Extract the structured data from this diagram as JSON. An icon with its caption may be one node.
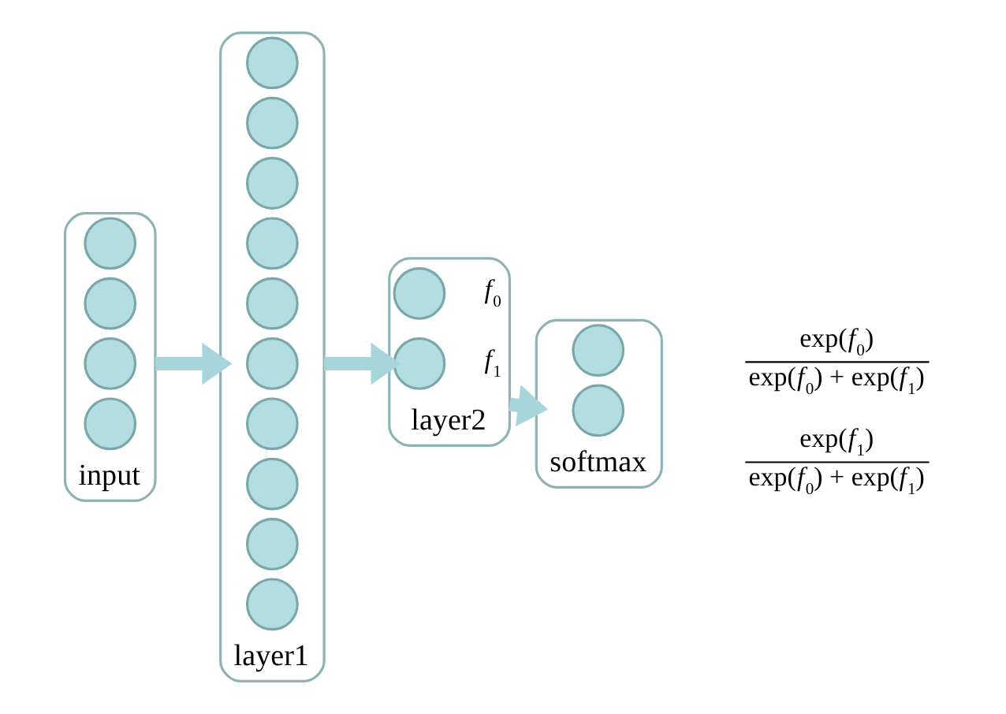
{
  "diagram": {
    "nodes": [
      {
        "text": [
          "input"
        ]
      },
      {
        "text": [],
        "shape": "circle",
        "in": 0
      },
      {
        "text": [],
        "shape": "circle",
        "in": 0
      },
      {
        "text": [],
        "shape": "circle",
        "in": 0
      },
      {
        "text": [],
        "shape": "circle",
        "in": 0
      },
      {
        "text": [
          "layer1"
        ]
      },
      {
        "text": [],
        "shape": "circle",
        "in": 5
      },
      {
        "text": [],
        "shape": "circle",
        "in": 5
      },
      {
        "text": [],
        "shape": "circle",
        "in": 5
      },
      {
        "text": [],
        "shape": "circle",
        "in": 5
      },
      {
        "text": [],
        "shape": "circle",
        "in": 5
      },
      {
        "text": [],
        "shape": "circle",
        "in": 5
      },
      {
        "text": [],
        "shape": "circle",
        "in": 5
      },
      {
        "text": [],
        "shape": "circle",
        "in": 5
      },
      {
        "text": [],
        "shape": "circle",
        "in": 5
      },
      {
        "text": [],
        "shape": "circle",
        "in": 5
      },
      {
        "text": [
          "layer2"
        ]
      },
      {
        "text": [],
        "shape": "circle",
        "in": 16,
        "beside": [
          "*f*$_{0}$"
        ]
      },
      {
        "text": [],
        "shape": "circle",
        "in": 16,
        "beside": [
          "*f*$_{1}$"
        ]
      },
      {
        "text": [
          "softmax"
        ]
      },
      {
        "text": [],
        "shape": "circle",
        "in": 19
      },
      {
        "text": [],
        "shape": "circle",
        "in": 19
      }
    ],
    "edges": [
      {
        "from": 0,
        "to": 5,
        "arrow": "to"
      },
      {
        "from": 5,
        "to": 16,
        "arrow": "to"
      },
      {
        "from": 16,
        "to": 19,
        "arrow": "to"
      }
    ],
    "labels": [
      "exp(*f*$_{0}$)",
      "exp(*f*$_{0}$) + exp(*f*$_{1}$)",
      "exp(*f*$_{1}$)",
      "exp(*f*$_{0}$) + exp(*f*$_{1}$)"
    ]
  }
}
